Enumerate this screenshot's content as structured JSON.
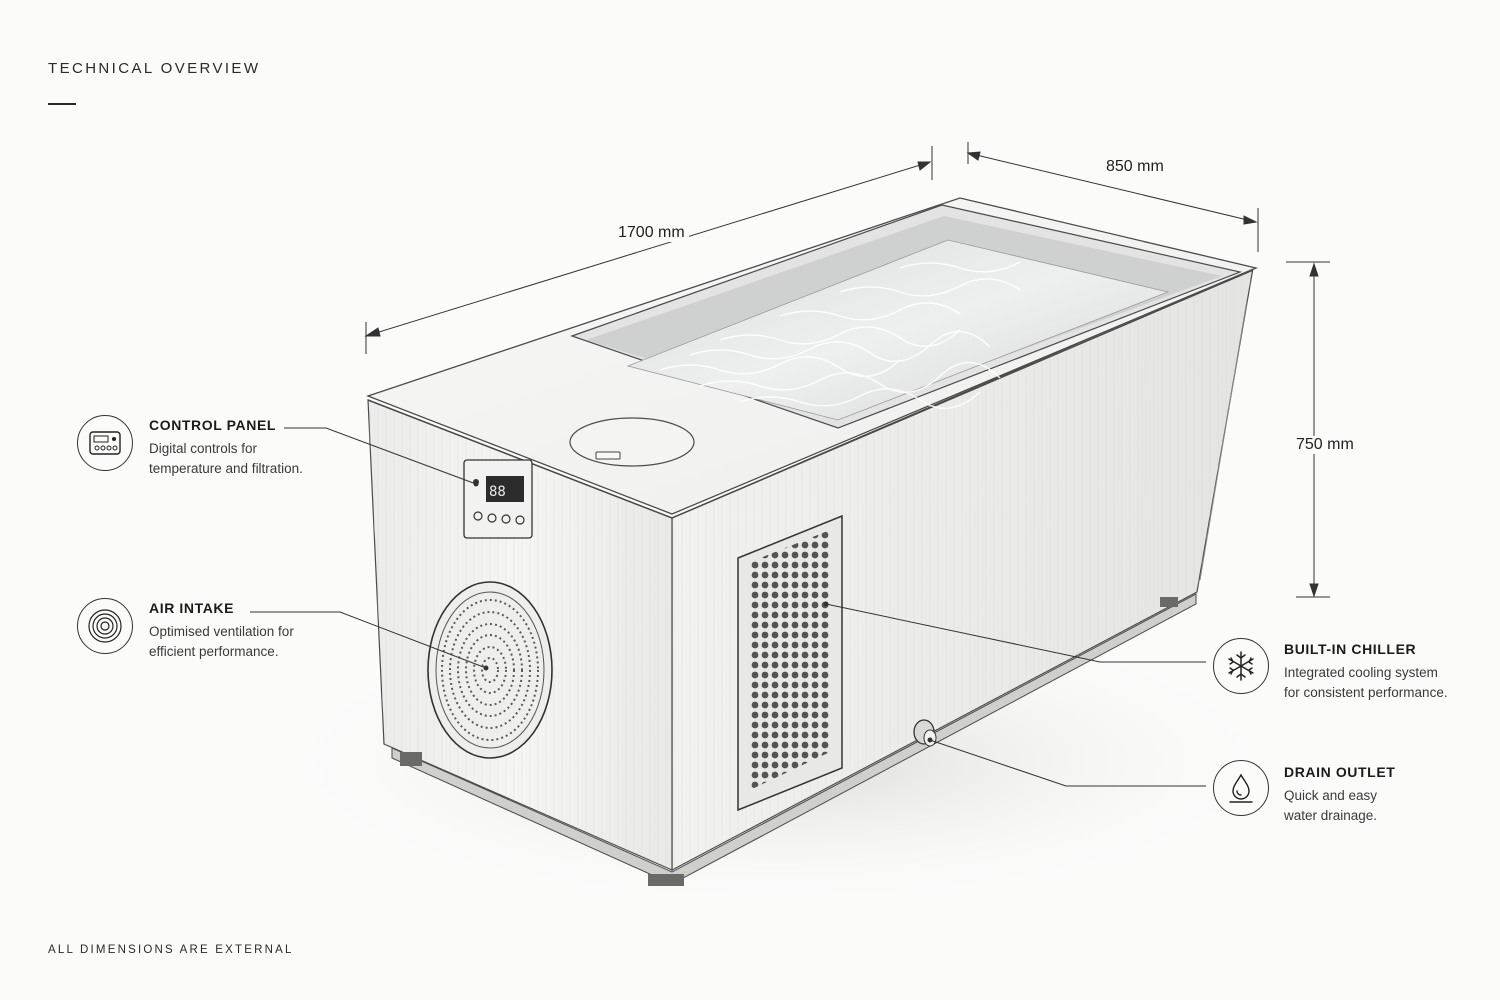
{
  "header": {
    "title": "TECHNICAL OVERVIEW"
  },
  "dimensions": {
    "length": "1700 mm",
    "width": "850 mm",
    "height": "750 mm"
  },
  "callouts": [
    {
      "title": "CONTROL PANEL",
      "lines": [
        "Digital controls for",
        "temperature and filtration."
      ],
      "icon": "control-panel-icon"
    },
    {
      "title": "AIR INTAKE",
      "lines": [
        "Optimised ventilation for",
        "efficient performance."
      ],
      "icon": "air-intake-icon"
    },
    {
      "title": "BUILT-IN CHILLER",
      "lines": [
        "Integrated cooling system",
        "for consistent performance."
      ],
      "icon": "snowflake-icon"
    },
    {
      "title": "DRAIN OUTLET",
      "lines": [
        "Quick and easy",
        "water drainage."
      ],
      "icon": "water-drop-icon"
    }
  ],
  "footer": {
    "note": "ALL DIMENSIONS ARE EXTERNAL"
  },
  "colors": {
    "background": "#fbfbfa",
    "ink": "#1f1f1f",
    "line": "#333333"
  }
}
